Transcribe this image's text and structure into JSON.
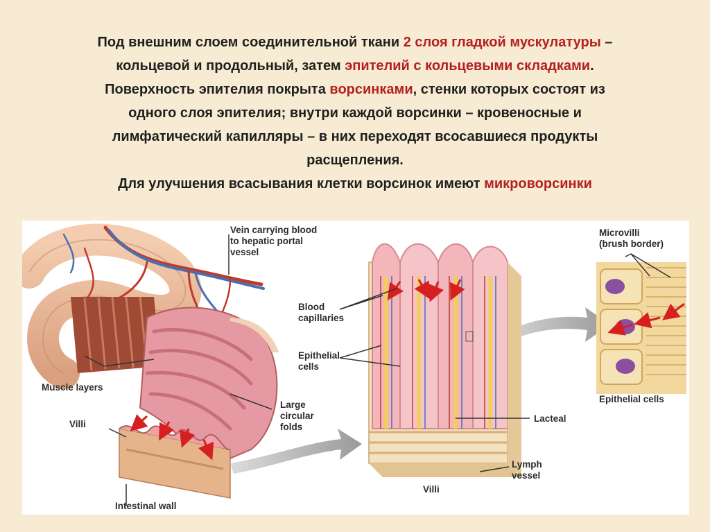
{
  "slide": {
    "line1": {
      "p1": "Под внешним слоем соединительной ткани ",
      "h1": "2 слоя гладкой мускулатуры",
      "p2": " –"
    },
    "line2": {
      "p1": "кольцевой и продольный, затем ",
      "h1": "эпителий с кольцевыми складками",
      "p2": "."
    },
    "line3": {
      "p1": "Поверхность эпителия покрыта ",
      "h1": "ворсинками",
      "p2": ", стенки которых состоят из"
    },
    "line4": "одного слоя эпителия; внутри каждой ворсинки – кровеносные и",
    "line5": "лимфатический капилляры – в них переходят всосавшиеся продукты",
    "line6": "расщепления.",
    "line7": {
      "p1": "Для улучшения всасывания клетки ворсинок имеют ",
      "h1": "микроворсинки"
    }
  },
  "colors": {
    "highlight": "#b41f1f",
    "background": "#f7ecd3",
    "muscle": "#b8614a",
    "mucosa": "#e9a1a6",
    "vessel_red": "#c0392b",
    "vessel_blue": "#4a6fb0",
    "lacteal": "#f2cf55",
    "arrow": "#d62020"
  },
  "figure": {
    "labels": {
      "vein": "Vein carrying blood\nto hepatic portal\nvessel",
      "muscle_layers": "Muscle layers",
      "villi_left": "Villi",
      "large_folds": "Large\ncircular\nfolds",
      "intestinal_wall": "Intestinal wall",
      "blood_capillaries": "Blood\ncapillaries",
      "epithelial_cells_mid": "Epithelial\ncells",
      "lacteal": "Lacteal",
      "lymph_vessel": "Lymph\nvessel",
      "villi_mid": "Villi",
      "microvilli": "Microvilli\n(brush border)",
      "epithelial_cells_right": "Epithelial cells"
    }
  }
}
